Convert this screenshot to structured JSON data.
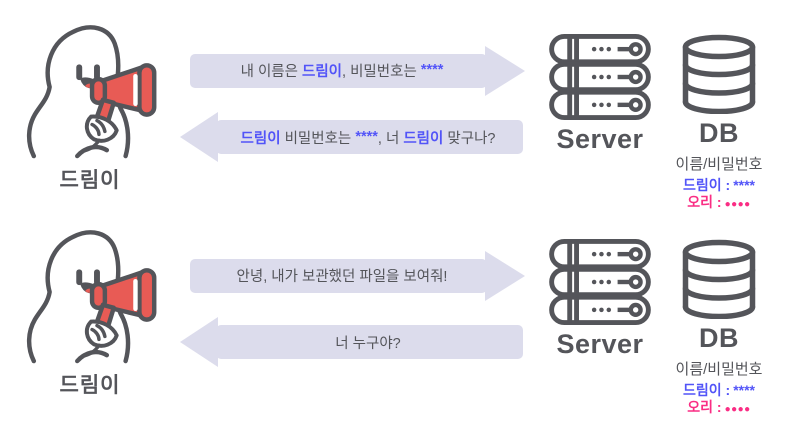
{
  "palette": {
    "ink": "#54555a",
    "arrow_bg": "#dcdcec",
    "blue": "#5254f8",
    "pink": "#fa2d84",
    "red": "#e85b55"
  },
  "icons": {
    "sender": "megaphone-character-icon",
    "server": "server-rack-icon",
    "db": "database-cylinder-icon"
  },
  "top": {
    "sender": "드림이",
    "request": {
      "t1": "내 이름은 ",
      "b1": "드림이",
      "t2": ", 비밀번호는 ",
      "b2": "****"
    },
    "response": {
      "b1": "드림이",
      "t1": " 비밀번호는 ",
      "b2": "****",
      "t2": ", 너 ",
      "b3": "드림이",
      "t3": " 맞구나?"
    },
    "server": "Server",
    "db": "DB",
    "db_caption": "이름/비밀번호",
    "db_rows": [
      {
        "name": "드림이 :",
        "value": "****"
      },
      {
        "name": "오리 :",
        "value": "●●●●"
      }
    ]
  },
  "bottom": {
    "sender": "드림이",
    "request": {
      "t1": "안녕, 내가 보관했던 파일을 보여줘!"
    },
    "response": {
      "t1": "너 누구야?"
    },
    "server": "Server",
    "db": "DB",
    "db_caption": "이름/비밀번호",
    "db_rows": [
      {
        "name": "드림이 :",
        "value": "****"
      },
      {
        "name": "오리 :",
        "value": "●●●●"
      }
    ]
  }
}
